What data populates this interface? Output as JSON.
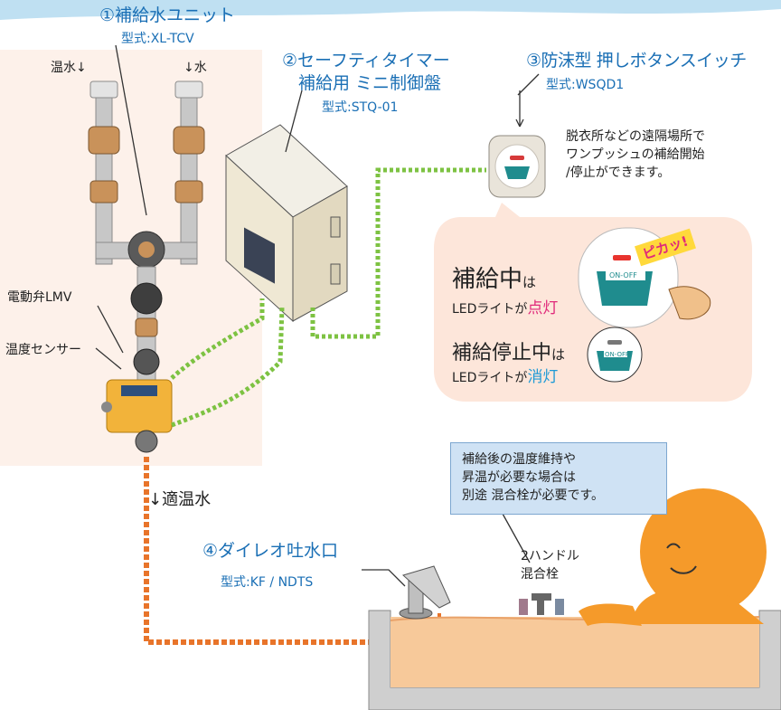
{
  "unit1": {
    "title": "①補給水ユニット",
    "model": "型式:XL-TCV"
  },
  "pipe_labels": {
    "hot": "温水↓",
    "cold": "↓水"
  },
  "unit2": {
    "title_line1": "②セーフティタイマー",
    "title_line2": "補給用 ミニ制御盤",
    "model": "型式:STQ-01"
  },
  "unit3": {
    "title": "③防沫型 押しボタンスイッチ",
    "model": "型式:WSQD1"
  },
  "unit3_desc": [
    "脱衣所などの遠隔場所で",
    "ワンプッシュの補給開始",
    "/停止ができます。"
  ],
  "callout": {
    "state_on": "補給中",
    "state_on_suffix": "は",
    "led_on_prefix": "LEDライトが",
    "led_on": "点灯",
    "state_off": "補給停止中",
    "state_off_suffix": "は",
    "led_off_prefix": "LEDライトが",
    "led_off": "消灯",
    "flash": "ピカッ!",
    "button_label": "ON-OFF"
  },
  "valve_label": "電動弁LMV",
  "sensor_label": "温度センサー",
  "outlet_label": "↓適温水",
  "unit4": {
    "title": "④ダイレオ吐水口",
    "model": "型式:KF / NDTS"
  },
  "note": [
    "補給後の温度維持や",
    "昇温が必要な場合は",
    "別途 混合栓が必要です。"
  ],
  "mixer_label": [
    "2ハンドル",
    "混合栓"
  ],
  "colors": {
    "signal_line": "#7dc242",
    "water_line": "#e8742a",
    "accent_blue": "#1a6fb5",
    "bath_water": "#f7c99a",
    "callout_bg": "#fde6da"
  }
}
